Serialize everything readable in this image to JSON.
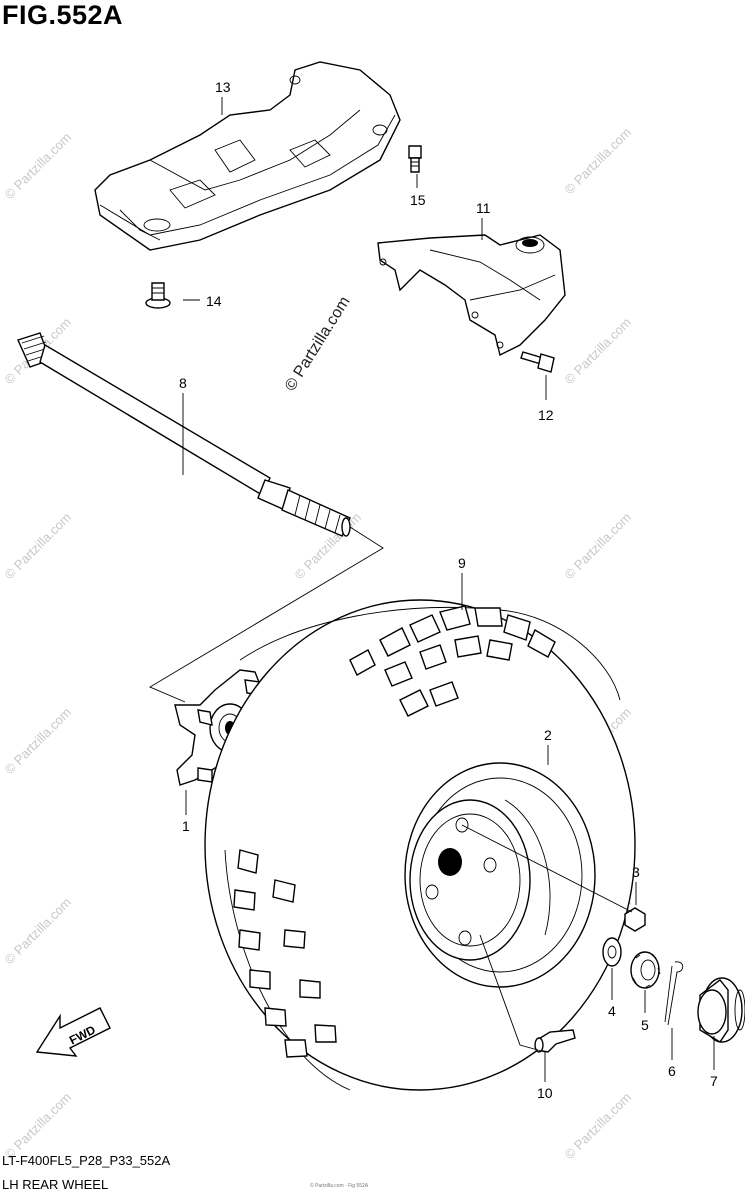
{
  "figure": {
    "title": "FIG.552A",
    "code": "LT-F400FL5_P28_P33_552A",
    "name": "LH REAR WHEEL",
    "fwd_label": "FWD",
    "copyright_tiny": "© Partzilla.com · Fig 552A"
  },
  "watermark": {
    "text": "© Partzilla.com",
    "center_text": "© Partzilla.com"
  },
  "callouts": [
    "1",
    "2",
    "3",
    "4",
    "5",
    "6",
    "7",
    "8",
    "9",
    "10",
    "11",
    "12",
    "13",
    "14",
    "15"
  ]
}
